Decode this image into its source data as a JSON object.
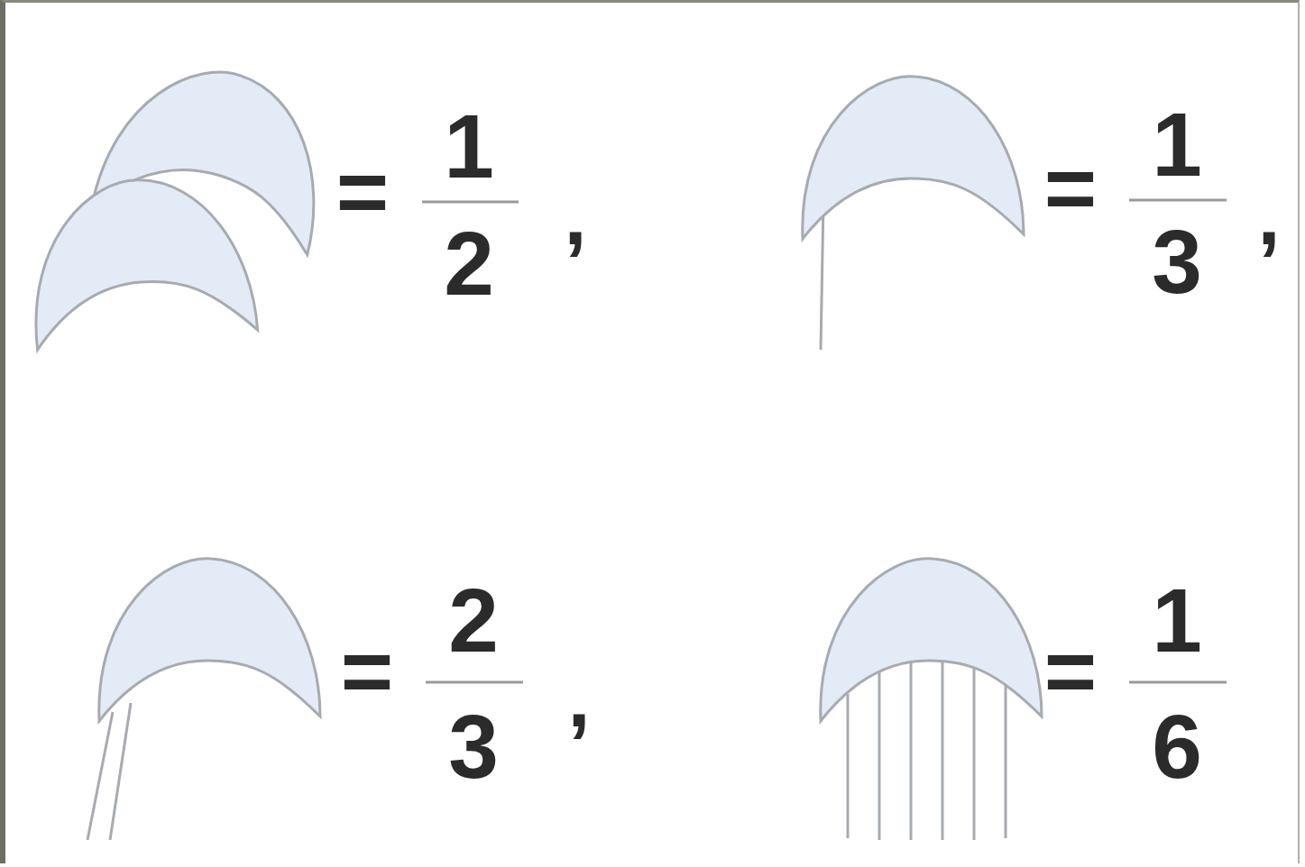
{
  "diagram": {
    "labels": [
      "=",
      "1",
      "2",
      ",",
      "=",
      "1",
      "3",
      ",",
      "=",
      "2",
      "3",
      ",",
      "=",
      "1",
      "6"
    ]
  }
}
